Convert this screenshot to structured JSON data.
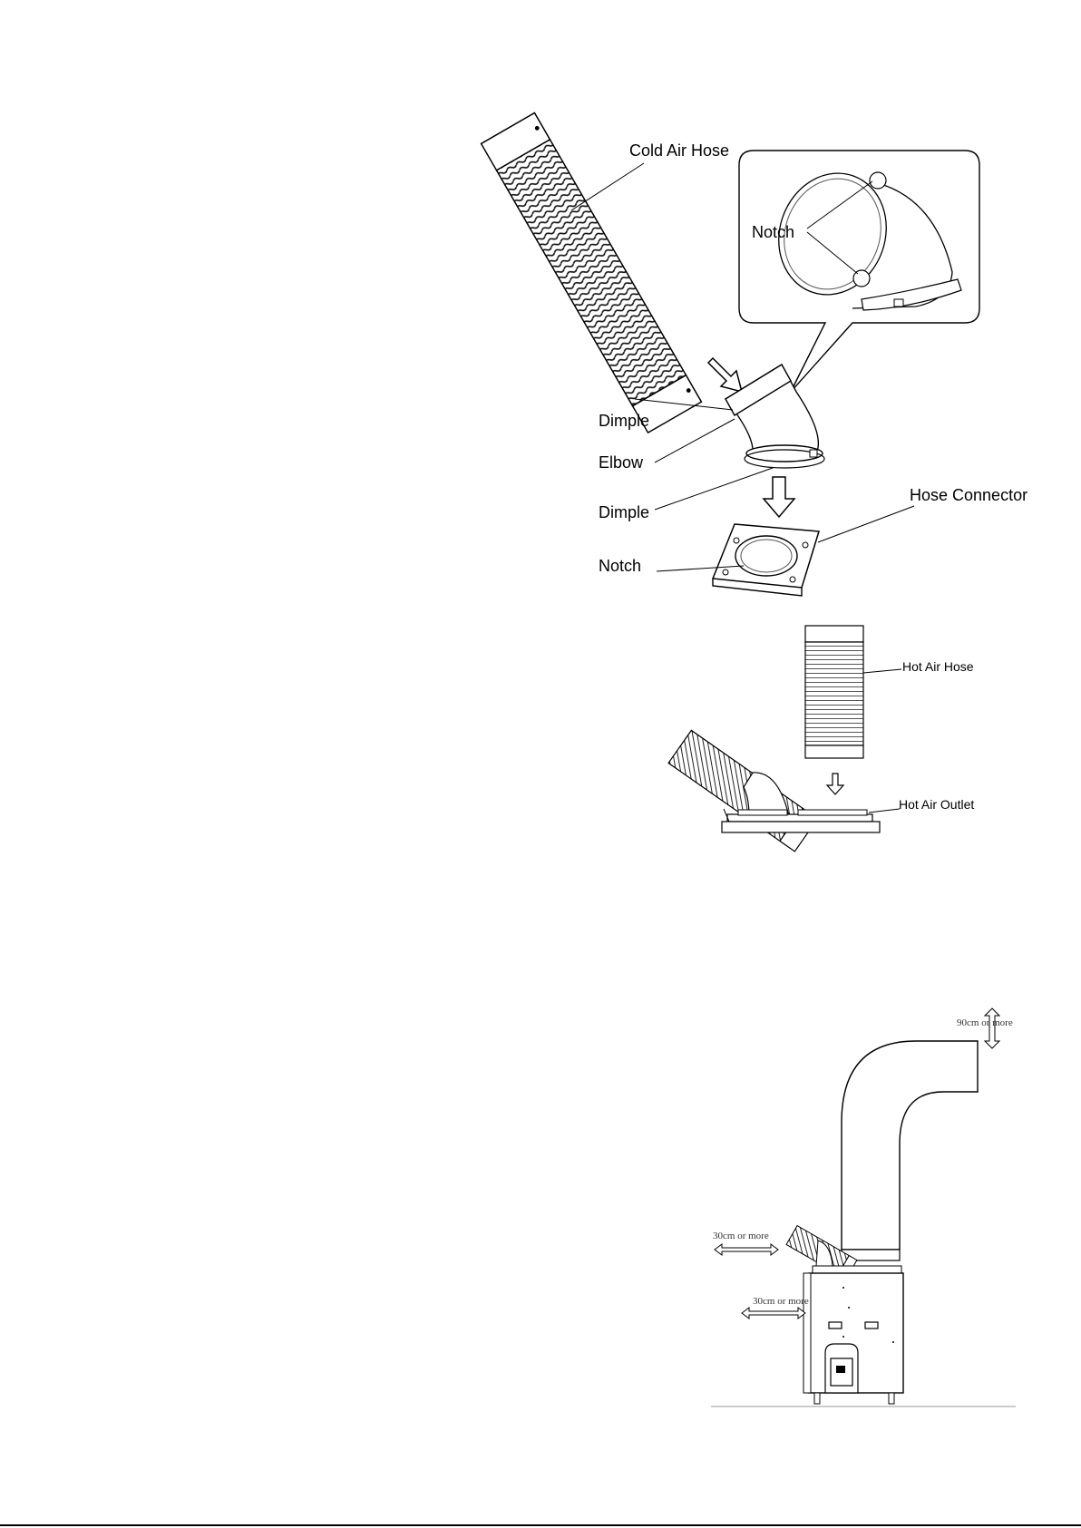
{
  "diagram1": {
    "labels": {
      "cold_air_hose": "Cold Air Hose",
      "notch_top": "Notch",
      "dimple_top": "Dimple",
      "elbow": "Elbow",
      "dimple_bottom": "Dimple",
      "hose_connector": "Hose Connector",
      "notch_bottom": "Notch"
    }
  },
  "diagram2": {
    "labels": {
      "hot_air_hose": "Hot Air Hose",
      "hot_air_outlet": "Hot Air Outlet"
    }
  },
  "diagram3": {
    "labels": {
      "clearance_top": "90cm or more",
      "clearance_hose": "30cm or more",
      "clearance_side": "30cm or more"
    }
  }
}
